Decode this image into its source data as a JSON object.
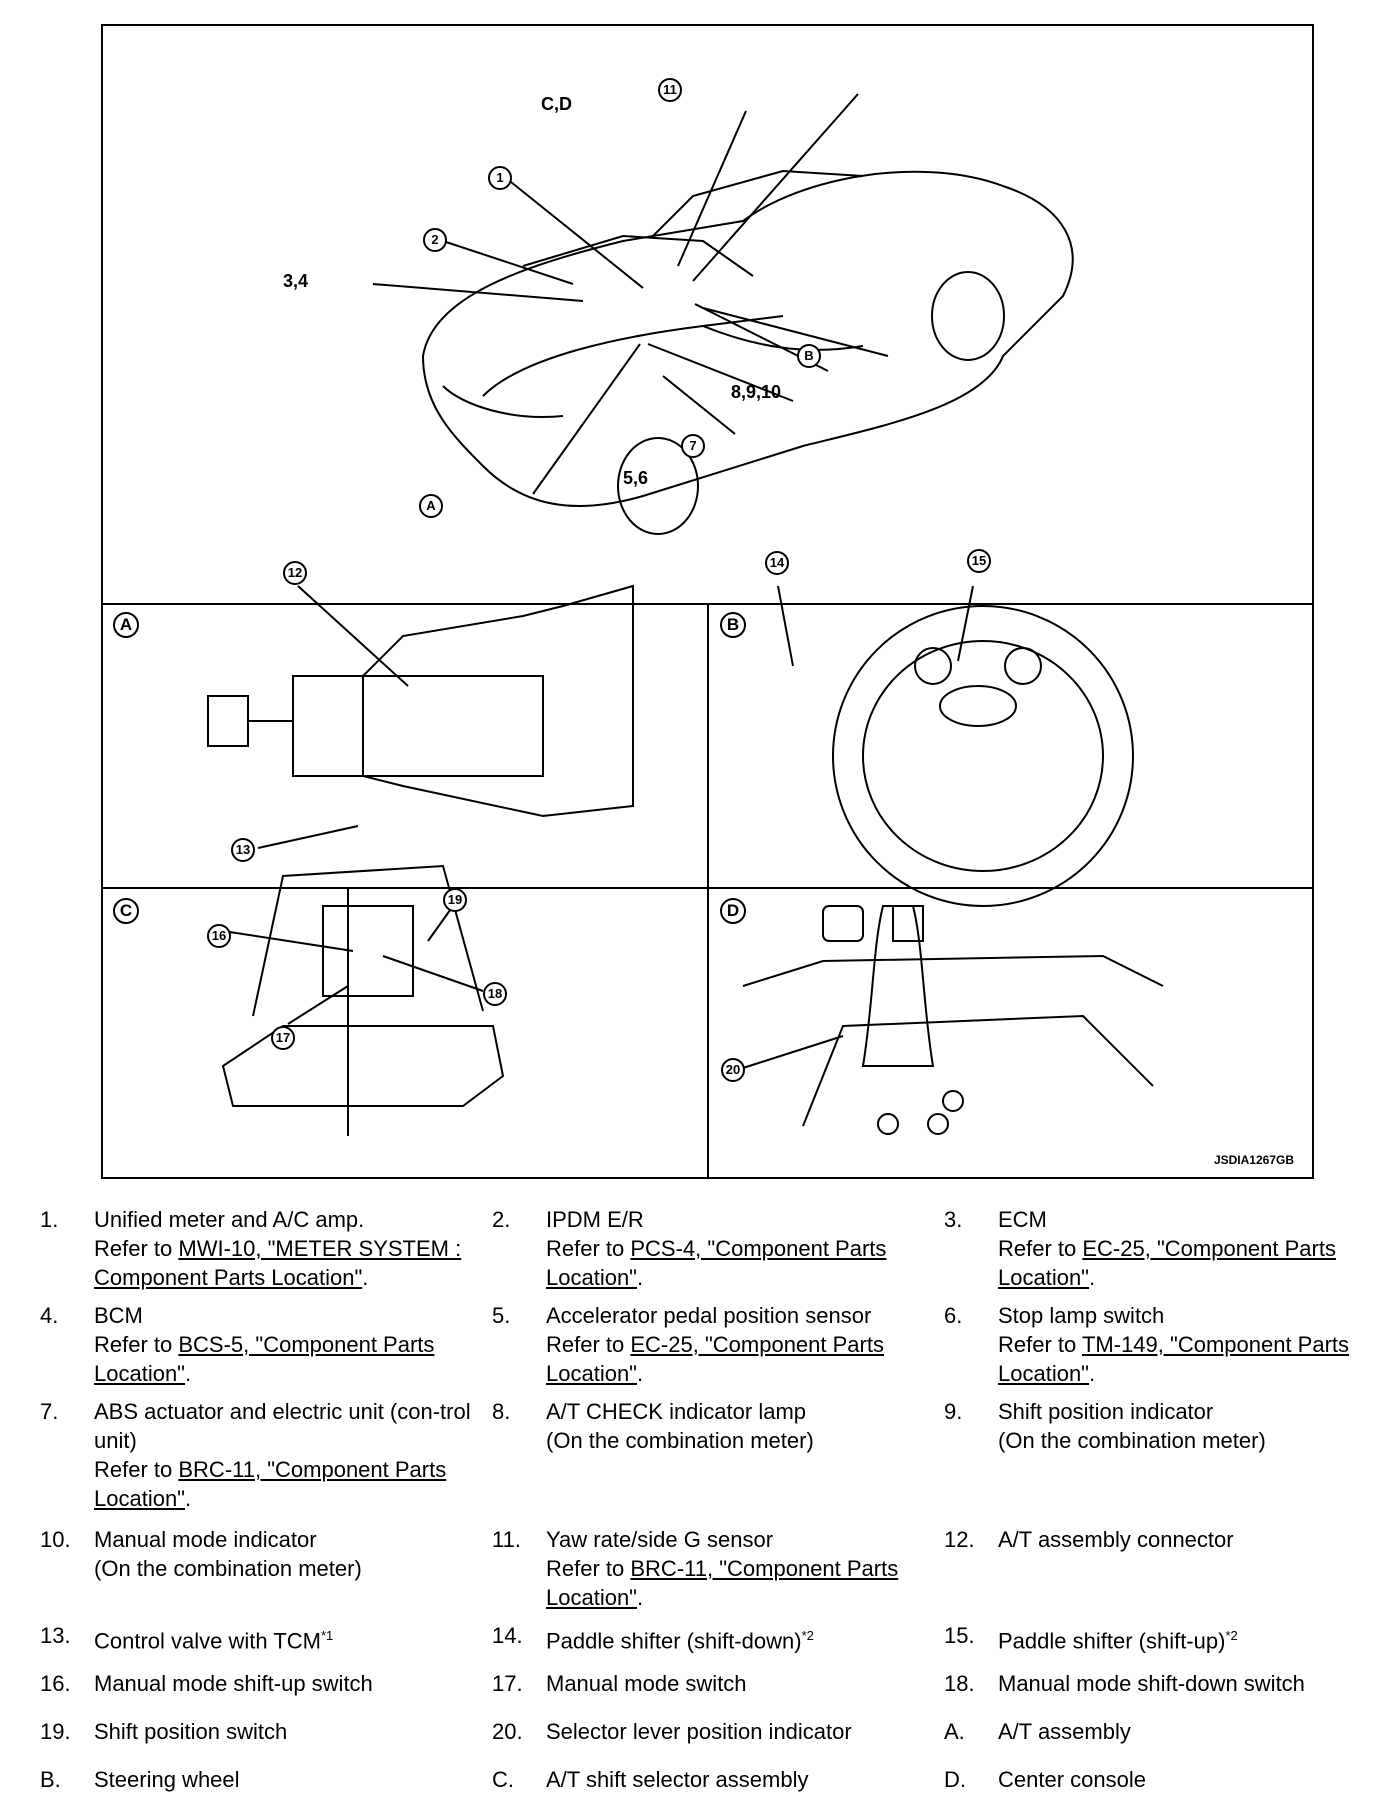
{
  "figure": {
    "id": "JSDIA1267GB",
    "panels": [
      "A",
      "B",
      "C",
      "D"
    ],
    "callouts_main": [
      "1",
      "2",
      "3,4",
      "5,6",
      "7",
      "8,9,10",
      "11",
      "C,D",
      "B",
      "A"
    ],
    "callouts_detail": [
      "12",
      "13",
      "14",
      "15",
      "16",
      "17",
      "18",
      "19",
      "20"
    ]
  },
  "legend": [
    {
      "num": "1.",
      "title": "Unified meter and A/C amp.",
      "pre": "Refer to ",
      "ref": "MWI-10, \"METER SYSTEM : Component Parts Location\"",
      "post": "."
    },
    {
      "num": "2.",
      "title": "IPDM E/R",
      "pre": "Refer to ",
      "ref": "PCS-4, \"Component Parts Location\"",
      "post": "."
    },
    {
      "num": "3.",
      "title": "ECM",
      "pre": "Refer to ",
      "ref": "EC-25, \"Component Parts Location\"",
      "post": "."
    },
    {
      "num": "4.",
      "title": "BCM",
      "pre": "Refer to ",
      "ref": "BCS-5, \"Component Parts Location\"",
      "post": "."
    },
    {
      "num": "5.",
      "title": "Accelerator pedal position sensor",
      "pre": "Refer to ",
      "ref": "EC-25, \"Component Parts Location\"",
      "post": "."
    },
    {
      "num": "6.",
      "title": "Stop lamp switch",
      "pre": "Refer to ",
      "ref": "TM-149, \"Component Parts Location\"",
      "post": "."
    },
    {
      "num": "7.",
      "title": "ABS actuator and electric unit (con-trol unit)",
      "pre": "Refer to ",
      "ref": "BRC-11, \"Component Parts Location\"",
      "post": "."
    },
    {
      "num": "8.",
      "title": "A/T CHECK indicator lamp",
      "sub": "(On the combination meter)"
    },
    {
      "num": "9.",
      "title": "Shift position indicator",
      "sub": "(On the combination meter)"
    },
    {
      "num": "10.",
      "title": "Manual mode indicator",
      "sub": "(On the combination meter)"
    },
    {
      "num": "11.",
      "title": "Yaw rate/side G sensor",
      "pre": "Refer to ",
      "ref": "BRC-11, \"Component Parts Location\"",
      "post": "."
    },
    {
      "num": "12.",
      "title": "A/T assembly connector"
    },
    {
      "num": "13.",
      "title": "Control valve with TCM",
      "sup": "*1"
    },
    {
      "num": "14.",
      "title": "Paddle shifter (shift-down)",
      "sup": "*2"
    },
    {
      "num": "15.",
      "title": "Paddle shifter (shift-up)",
      "sup": "*2"
    },
    {
      "num": "16.",
      "title": "Manual mode shift-up switch"
    },
    {
      "num": "17.",
      "title": "Manual mode switch"
    },
    {
      "num": "18.",
      "title": "Manual mode shift-down switch"
    },
    {
      "num": "19.",
      "title": "Shift position switch"
    },
    {
      "num": "20.",
      "title": "Selector lever position indicator"
    },
    {
      "num": "A.",
      "title": "A/T assembly"
    },
    {
      "num": "B.",
      "title": "Steering wheel"
    },
    {
      "num": "C.",
      "title": "A/T shift selector assembly"
    },
    {
      "num": "D.",
      "title": "Center console"
    }
  ]
}
